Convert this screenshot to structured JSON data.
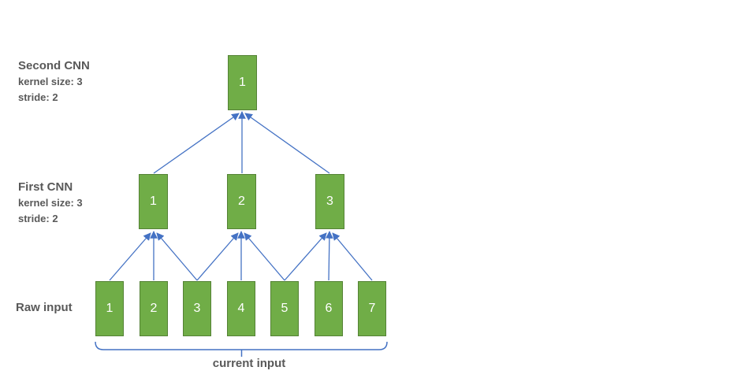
{
  "labels": {
    "second_cnn": {
      "title": "Second CNN",
      "kernel": "kernel size: 3",
      "stride": "stride: 2"
    },
    "first_cnn": {
      "title": "First CNN",
      "kernel": "kernel size: 3",
      "stride": "stride: 2"
    },
    "raw_input": {
      "title": "Raw input"
    },
    "current_input": "current input"
  },
  "layers": {
    "second_cnn": {
      "units": [
        "1"
      ]
    },
    "first_cnn": {
      "units": [
        "1",
        "2",
        "3"
      ]
    },
    "raw_input": {
      "units": [
        "1",
        "2",
        "3",
        "4",
        "5",
        "6",
        "7"
      ]
    }
  },
  "connections": {
    "raw_to_first": [
      {
        "target": "1",
        "sources": [
          "1",
          "2",
          "3"
        ]
      },
      {
        "target": "2",
        "sources": [
          "3",
          "4",
          "5"
        ]
      },
      {
        "target": "3",
        "sources": [
          "5",
          "6",
          "7"
        ]
      }
    ],
    "first_to_second": [
      {
        "target": "1",
        "sources": [
          "1",
          "2",
          "3"
        ]
      }
    ]
  },
  "colors": {
    "node_fill": "#70AD47",
    "node_border": "#548235",
    "connector": "#4472C4",
    "label_text": "#595959",
    "unit_text": "#FFFFFF"
  }
}
